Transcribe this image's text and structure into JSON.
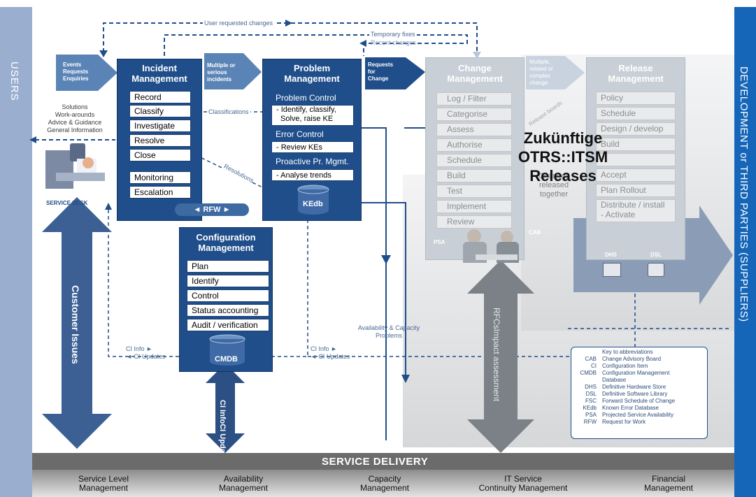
{
  "side_labels": {
    "users": "USERS",
    "suppliers": "DEVELOPMENT or THIRD PARTIES (SUPPLIERS)"
  },
  "top_flows": {
    "user_requested_changes": "User requested changes",
    "temporary_fixes": "Temporary fixes",
    "recent_changes": "Recent changes"
  },
  "arrows": {
    "events": [
      "Events",
      "Requests",
      "Enquiries"
    ],
    "multiple": [
      "Multiple or",
      "serious",
      "incidents"
    ],
    "rfc": [
      "Requests",
      "for",
      "Change"
    ],
    "multiple_related": [
      "Multiple,",
      "related or",
      "complex",
      "change"
    ]
  },
  "solutions": [
    "Solutions",
    "Work-arounds",
    "Advice & Guidance",
    "General Information"
  ],
  "service_desk": "SERVICE DESK",
  "incident": {
    "title": [
      "Incident",
      "Management"
    ],
    "steps": [
      "Record",
      "Classify",
      "Investigate",
      "Resolve",
      "Close"
    ],
    "steps2": [
      "Monitoring",
      "Escalation"
    ],
    "rfw": "RFW"
  },
  "labels": {
    "classifications": "Classifications",
    "resolutions": "Resolutions",
    "ci_info": "CI Info",
    "ci_updates": "CI Updates",
    "ci_info_2": "CI Info",
    "ci_updates_2": "CI Updates",
    "availability": "Availability & Capacity",
    "problems": "Problems",
    "cab": "CAB",
    "psa": "PSA",
    "dhs": "DHS",
    "dsl": "DSL",
    "customer_issues": "Customer Issues",
    "ci_info_v": "CI Info",
    "ci_updates_v": "CI Updates",
    "rfcs": "RFCs",
    "impact": "Impact assessment",
    "release_boards": "Release boards",
    "changes_together": [
      "Changes",
      "released",
      "together"
    ]
  },
  "problem": {
    "title": [
      "Problem",
      "Management"
    ],
    "control": "Problem Control",
    "control_text": [
      "- Identify, classify,",
      "Solve, raise KE"
    ],
    "error": "Error Control",
    "error_text": "- Review KEs",
    "proactive": "Proactive Pr. Mgmt.",
    "proactive_text": "- Analyse trends",
    "kedb": "KEdb"
  },
  "config": {
    "title": [
      "Configuration",
      "Management"
    ],
    "steps": [
      "Plan",
      "Identify",
      "Control",
      "Status accounting",
      "Audit / verification"
    ],
    "cmdb": "CMDB"
  },
  "change": {
    "title": [
      "Change",
      "Management"
    ],
    "steps": [
      "Log / Filter",
      "Categorise",
      "Assess",
      "Authorise",
      "Schedule",
      "Build",
      "Test",
      "Implement",
      "Review"
    ]
  },
  "release": {
    "title": [
      "Release",
      "Management"
    ],
    "steps": [
      "Policy",
      "Schedule",
      "Design / develop",
      "Build",
      "",
      "Accept",
      "Plan Rollout",
      "Distribute / install",
      "- Activate"
    ]
  },
  "overlay": [
    "Zukünftige",
    "OTRS::ITSM",
    "Releases"
  ],
  "legend": {
    "title": "Key to abbreviations",
    "rows": [
      [
        "CAB",
        "Change Advisory Board"
      ],
      [
        "CI",
        "Configuration Item"
      ],
      [
        "CMDB",
        "Configuration Management"
      ],
      [
        "",
        "Database"
      ],
      [
        "DHS",
        "Definitive Hardware Store"
      ],
      [
        "DSL",
        "Definitive Software Library"
      ],
      [
        "FSC",
        "Forward Schedule of Change"
      ],
      [
        "KEdb",
        "Known Error Database"
      ],
      [
        "PSA",
        "Projected Service Availability"
      ],
      [
        "RFW",
        "Request for Work"
      ]
    ]
  },
  "service_delivery": {
    "title": "SERVICE DELIVERY",
    "items": [
      [
        "Service Level",
        "Management"
      ],
      [
        "Availability",
        "Management"
      ],
      [
        "Capacity",
        "Management"
      ],
      [
        "IT Service",
        "Continuity Management"
      ],
      [
        "Financial",
        "Management"
      ]
    ]
  },
  "colors": {
    "dark_blue": "#1f4e8a",
    "side_light": "#9aaed0",
    "side_dark": "#1565b8",
    "bottom_bar": "#6b6b6b",
    "ghost": "#d8dadc"
  }
}
